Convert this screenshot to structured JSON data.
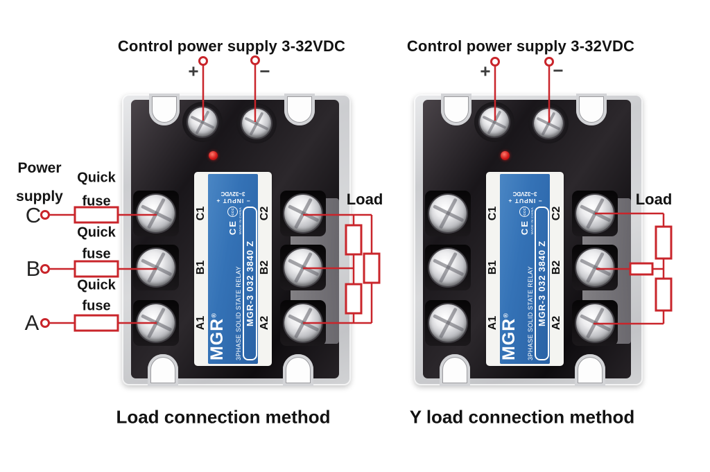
{
  "colors": {
    "wire_red": "#c9252b",
    "label_blue": "#2e66a8",
    "text_dark": "#141414"
  },
  "units": [
    {
      "id": "delta",
      "control_heading": "Control power supply 3-32VDC",
      "plus": "+",
      "minus": "−",
      "power_supply": {
        "line1": "Power",
        "line2": "supply",
        "phases": [
          "C",
          "B",
          "A"
        ]
      },
      "quick_fuse": {
        "word1": "Quick",
        "word2": "fuse"
      },
      "load_label": "Load",
      "caption": "Load connection method",
      "relay": {
        "brand": "MGR",
        "registered": "®",
        "product_line": "3PHASE SOLID STATE RELAY",
        "model": "MGR-3 032 3840 Z",
        "ce_mark": "CE",
        "ccc_mark": "CCC",
        "origin": "MADE IN CHINA",
        "input_minus": "−",
        "input_word": "INPUT",
        "input_plus": "+",
        "input_range": "3~32VDC",
        "left_terminals": [
          "C1",
          "B1",
          "A1"
        ],
        "right_terminals": [
          "C2",
          "B2",
          "A2"
        ]
      }
    },
    {
      "id": "y",
      "control_heading": "Control power supply 3-32VDC",
      "plus": "+",
      "minus": "−",
      "load_label": "Load",
      "caption": "Y load connection method",
      "relay": {
        "brand": "MGR",
        "registered": "®",
        "product_line": "3PHASE SOLID STATE RELAY",
        "model": "MGR-3 032 3840 Z",
        "ce_mark": "CE",
        "ccc_mark": "CCC",
        "origin": "MADE IN CHINA",
        "input_minus": "−",
        "input_word": "INPUT",
        "input_plus": "+",
        "input_range": "3~32VDC",
        "left_terminals": [
          "C1",
          "B1",
          "A1"
        ],
        "right_terminals": [
          "C2",
          "B2",
          "A2"
        ]
      }
    }
  ]
}
